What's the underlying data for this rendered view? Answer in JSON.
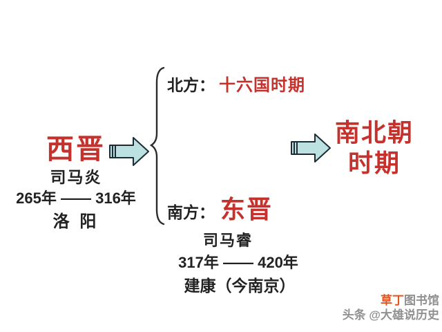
{
  "diagram": {
    "western_jin": {
      "title": "西晋",
      "ruler": "司马炎",
      "years": "265年 —— 316年",
      "capital": "洛 阳"
    },
    "north_branch": {
      "label": "北方：",
      "period": "十六国时期"
    },
    "south_branch": {
      "label": "南方：",
      "period": "东晋",
      "ruler": "司马睿",
      "years": "317年 —— 420年",
      "capital": "建康（今南京）"
    },
    "result": {
      "line1": "南北朝",
      "line2": "时期"
    },
    "watermark": {
      "brand_highlight": "草丁",
      "brand_rest": "图书馆",
      "credit": "头条 @大雄说历史"
    },
    "colors": {
      "highlight_red": "#c5322d",
      "text_black": "#222222",
      "arrow_fill": "#bce1e0",
      "arrow_stroke": "#1c2b36",
      "watermark_orange": "#e8511c",
      "watermark_gray": "#909090"
    }
  }
}
